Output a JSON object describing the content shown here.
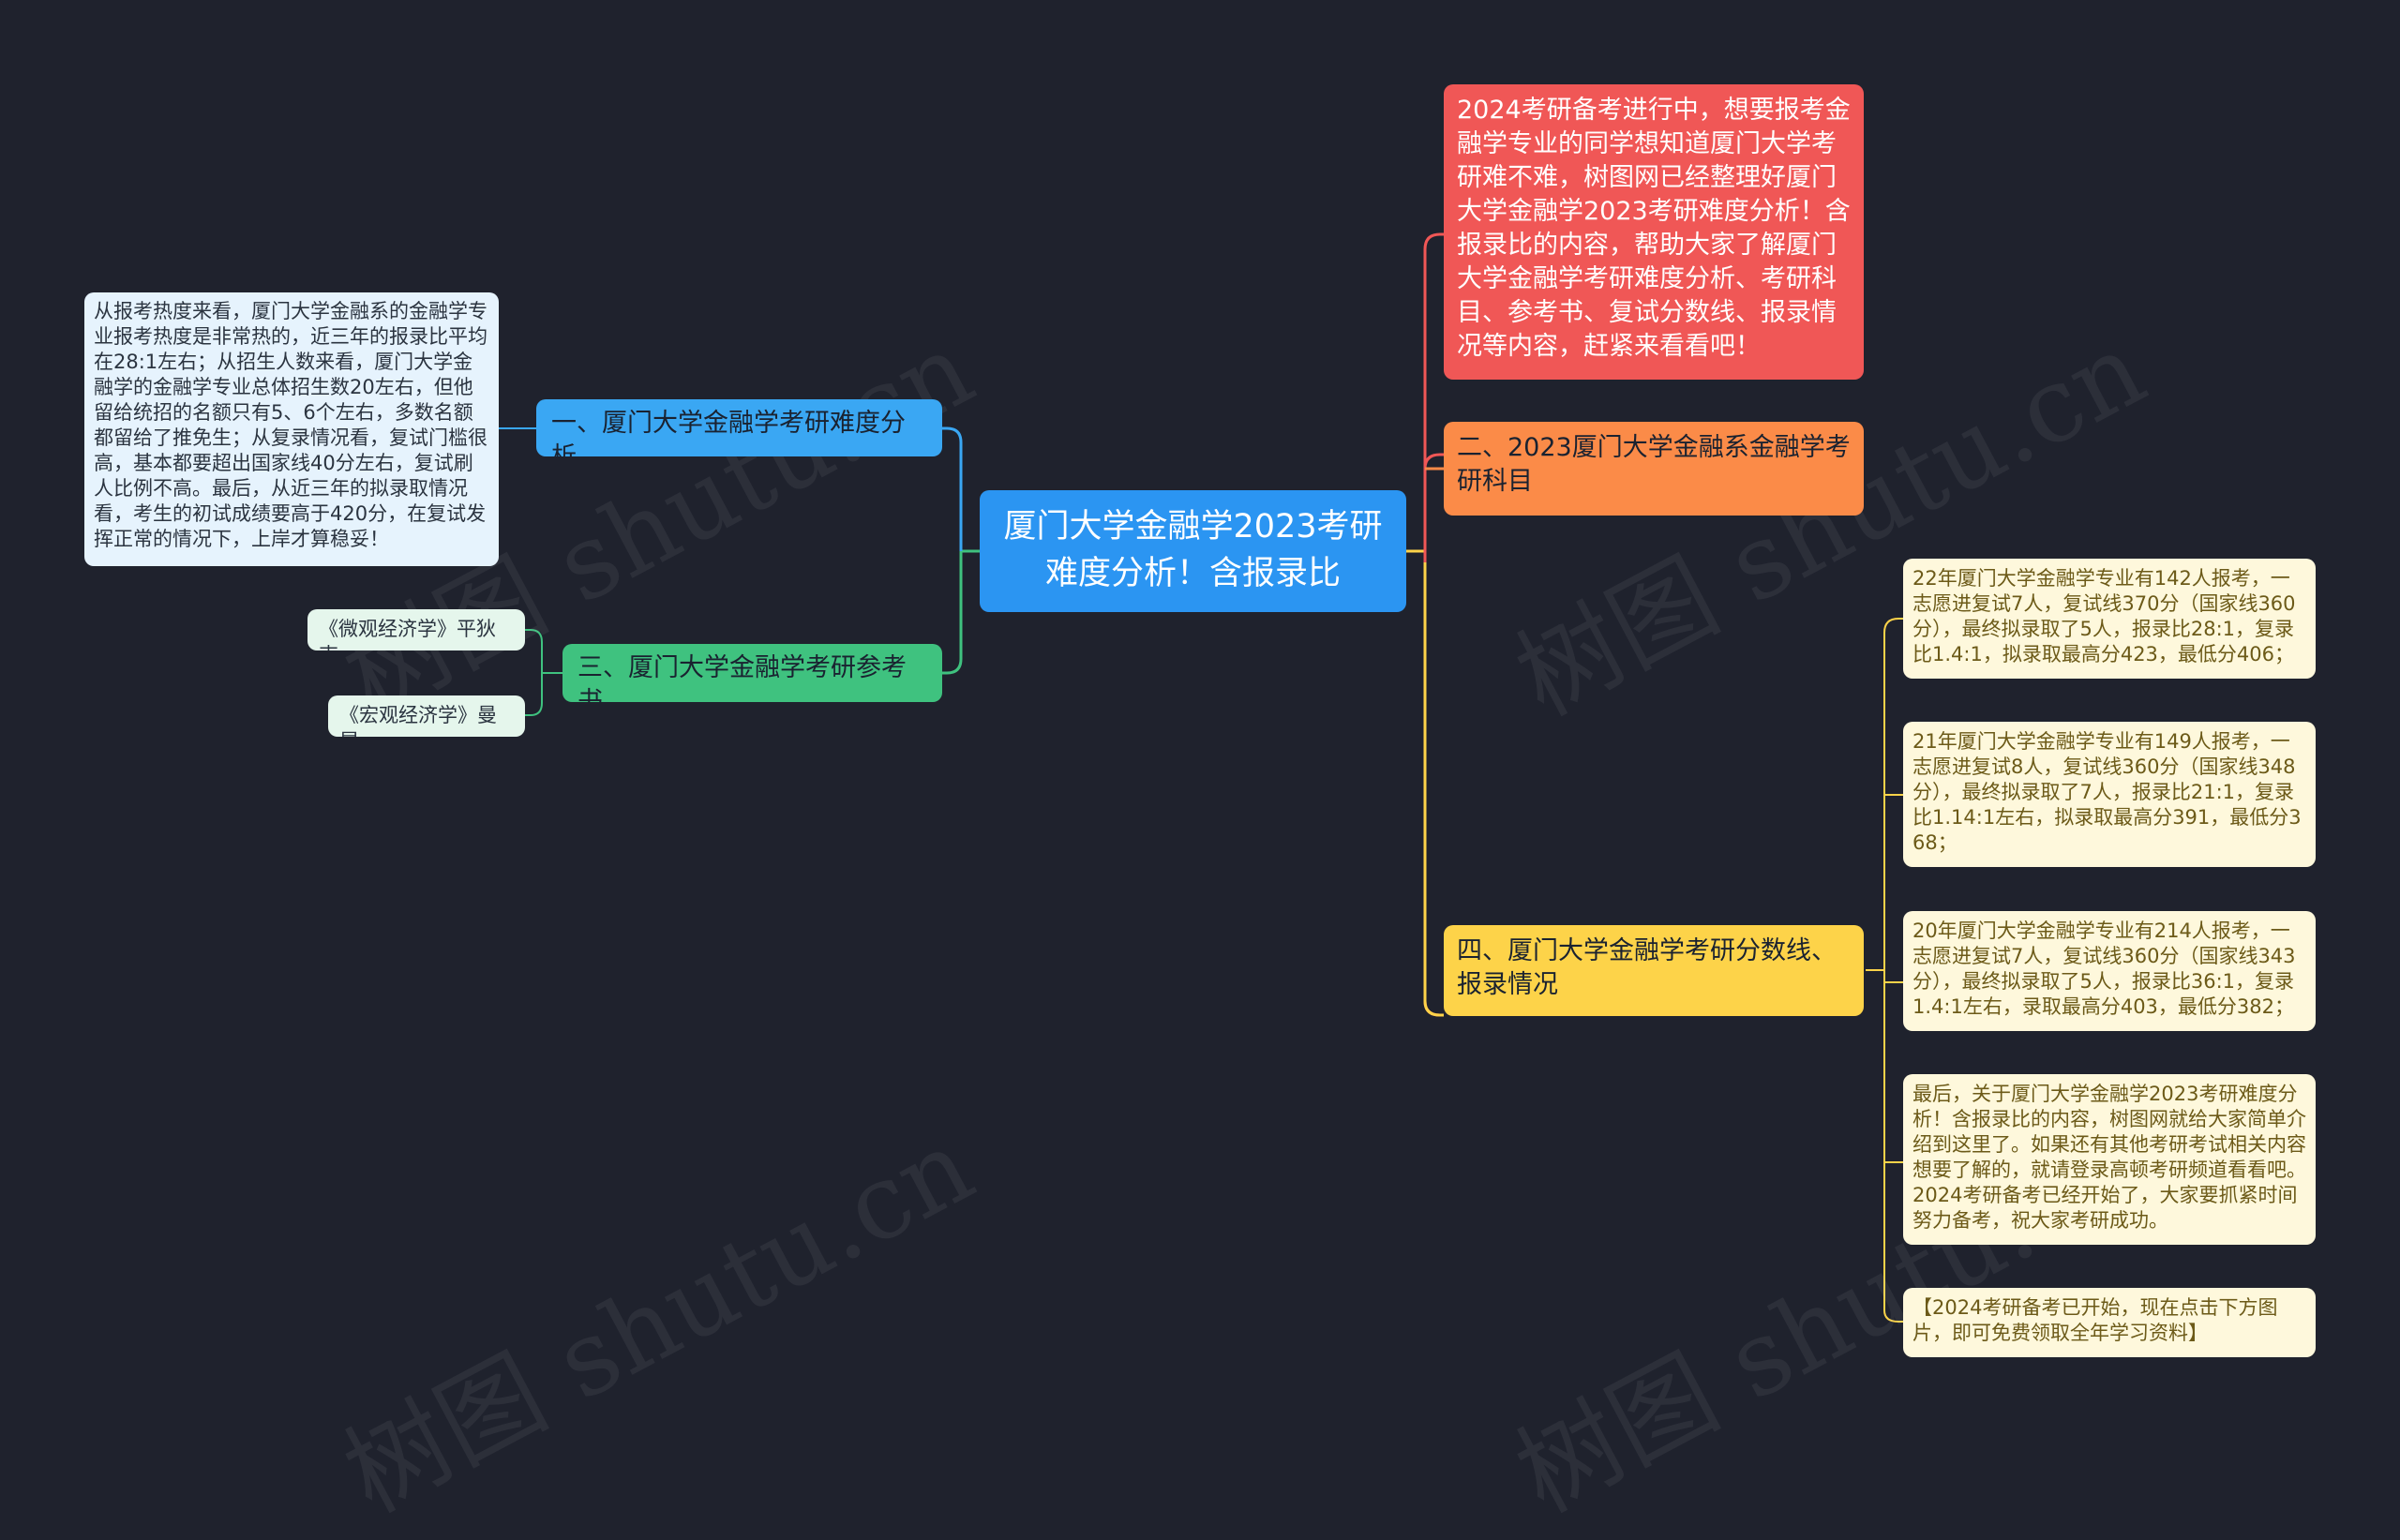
{
  "center": {
    "text": "厦门大学金融学2023考研难度分析！含报录比"
  },
  "branches": {
    "intro": "2024考研备考进行中，想要报考金融学专业的同学想知道厦门大学考研难不难，树图网已经整理好厦门大学金融学2023考研难度分析！含报录比的内容，帮助大家了解厦门大学金融学考研难度分析、考研科目、参考书、复试分数线、报录情况等内容，赶紧来看看吧！",
    "b1": "一、厦门大学金融学考研难度分析",
    "b2": "二、2023厦门大学金融系金融学考研科目",
    "b3": "三、厦门大学金融学考研参考书",
    "b4": "四、厦门大学金融学考研分数线、报录情况"
  },
  "leaves": {
    "difficulty": "从报考热度来看，厦门大学金融系的金融学专业报考热度是非常热的，近三年的报录比平均在28:1左右；从招生人数来看，厦门大学金融学的金融学专业总体招生数20左右，但他留给统招的名额只有5、6个左右，多数名额都留给了推免生；从复录情况看，复试门槛很高，基本都要超出国家线40分左右，复试刷人比例不高。最后，从近三年的拟录取情况看，考生的初试成绩要高于420分，在复试发挥正常的情况下，上岸才算稳妥！",
    "book1": "《微观经济学》平狄克",
    "book2": "《宏观经济学》曼昆",
    "y22": "22年厦门大学金融学专业有142人报考，一志愿进复试7人，复试线370分（国家线360分），最终拟录取了5人，报录比28:1，复录比1.4:1，拟录取最高分423，最低分406；",
    "y21": "21年厦门大学金融学专业有149人报考，一志愿进复试8人，复试线360分（国家线348分），最终拟录取了7人，报录比21:1，复录比1.14:1左右，拟录取最高分391，最低分368；",
    "y20": "20年厦门大学金融学专业有214人报考，一志愿进复试7人，复试线360分（国家线343分），最终拟录取了5人，报录比36:1，复录1.4:1左右，录取最高分403，最低分382；",
    "final": "最后，关于厦门大学金融学2023考研难度分析！含报录比的内容，树图网就给大家简单介绍到这里了。如果还有其他考研考试相关内容想要了解的，就请登录高顿考研频道看看吧。2024考研备考已经开始了，大家要抓紧时间努力备考，祝大家考研成功。",
    "promo": "【2024考研备考已开始，现在点击下方图片，即可免费领取全年学习资料】"
  },
  "colors": {
    "background": "#1f222d",
    "center": "#2b95f2",
    "blue": "#3aa7f3",
    "green": "#3fc27f",
    "red": "#f05756",
    "orange": "#fb8b48",
    "yellow": "#fdd349"
  },
  "watermark": "树图 shutu.cn"
}
